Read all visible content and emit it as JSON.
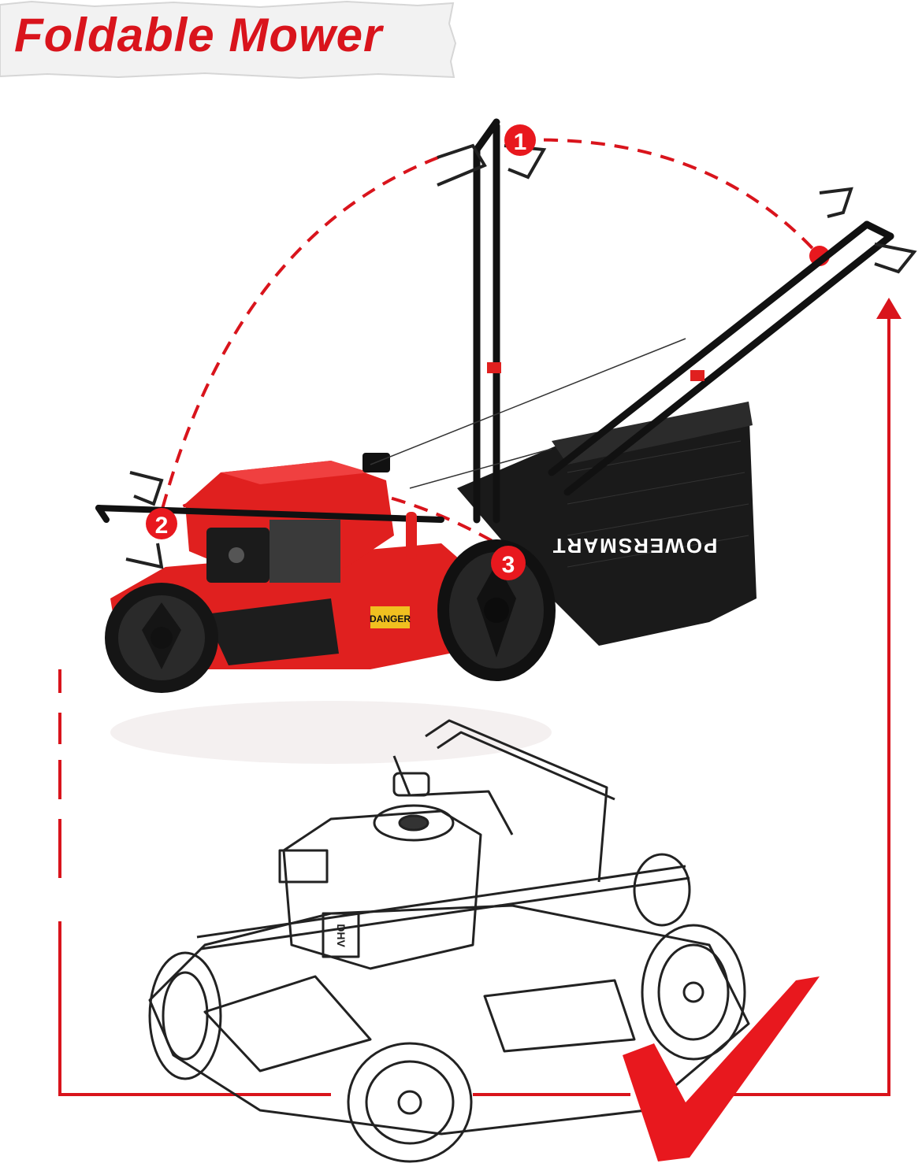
{
  "title": "Foldable Mower",
  "steps": [
    {
      "number": "1"
    },
    {
      "number": "2"
    },
    {
      "number": "3"
    }
  ],
  "brand": "POWERSMART",
  "warning_label": "DANGER",
  "engine_label": "DHV",
  "colors": {
    "accent": "#d9141c",
    "mower_body": "#e0201f",
    "frame": "#111111",
    "line_art": "#222222"
  },
  "icons": [
    "checkmark-icon",
    "fold-path-arrow-icon",
    "up-arrow-icon"
  ]
}
